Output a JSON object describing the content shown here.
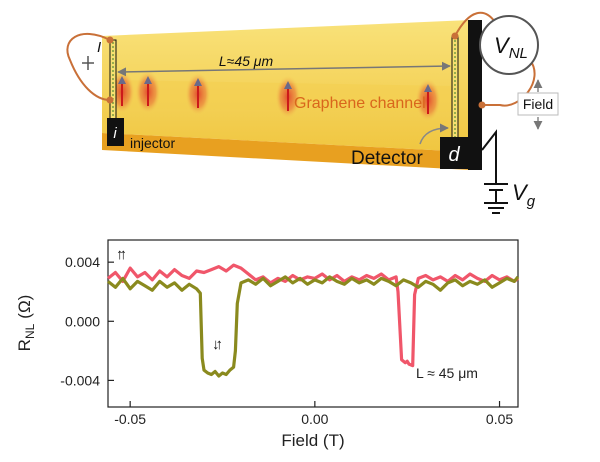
{
  "device": {
    "current_label": "I",
    "length_label": "L≈45 μm",
    "channel_label": "Graphene channel",
    "injector_letter": "i",
    "injector_label": "injector",
    "detector_letter": "d",
    "detector_label": "Detector",
    "voltmeter_main": "V",
    "voltmeter_sub": "NL",
    "field_label": "Field",
    "gate_main": "V",
    "gate_sub": "g",
    "colors": {
      "slab_top": "#f6d95a",
      "slab_front": "#e8a020",
      "electrode": "#111111",
      "wire": "#c97038",
      "spin_spot": "#e0452b",
      "arrow": "#cc1a1a",
      "label_orange": "#d9661c"
    },
    "spin_arrow_count": 5
  },
  "chart_data": {
    "type": "line",
    "title": "",
    "xlabel": "Field (T)",
    "ylabel_main": "R",
    "ylabel_sub": "NL",
    "ylabel_unit": "(Ω)",
    "xlim": [
      -0.056,
      0.055
    ],
    "ylim": [
      -0.0058,
      0.0055
    ],
    "xticks": [
      -0.05,
      0.0,
      0.05
    ],
    "xtick_labels": [
      "-0.05",
      "0.00",
      "0.05"
    ],
    "yticks": [
      0.004,
      0.0,
      -0.004
    ],
    "ytick_labels": [
      "0.004",
      "0.000",
      "-0.004"
    ],
    "annotation": "L ≈ 45 μm",
    "parallel_marker": "↑↑",
    "antiparallel_marker": "↓↑",
    "grid": false,
    "series": [
      {
        "color": "#f0566a",
        "x": [
          -0.056,
          -0.054,
          -0.052,
          -0.05,
          -0.048,
          -0.046,
          -0.044,
          -0.042,
          -0.04,
          -0.038,
          -0.036,
          -0.034,
          -0.032,
          -0.03,
          -0.028,
          -0.026,
          -0.024,
          -0.022,
          -0.02,
          -0.018,
          -0.016,
          -0.014,
          -0.012,
          -0.01,
          -0.008,
          -0.006,
          -0.004,
          -0.002,
          0.0,
          0.002,
          0.004,
          0.006,
          0.008,
          0.01,
          0.012,
          0.014,
          0.016,
          0.018,
          0.02,
          0.022,
          0.0225,
          0.0235,
          0.0245,
          0.025,
          0.0255,
          0.0265,
          0.027,
          0.028,
          0.03,
          0.032,
          0.034,
          0.036,
          0.038,
          0.04,
          0.042,
          0.044,
          0.046,
          0.048,
          0.05,
          0.052,
          0.054,
          0.055
        ],
        "y": [
          0.0029,
          0.0033,
          0.0027,
          0.0036,
          0.003,
          0.0033,
          0.0028,
          0.0034,
          0.003,
          0.0035,
          0.0031,
          0.0029,
          0.0034,
          0.0033,
          0.0035,
          0.0037,
          0.0034,
          0.0038,
          0.0036,
          0.0032,
          0.0028,
          0.003,
          0.0026,
          0.0029,
          0.0027,
          0.0031,
          0.0028,
          0.003,
          0.0029,
          0.0032,
          0.0028,
          0.0031,
          0.0027,
          0.003,
          0.0028,
          0.0031,
          0.0029,
          0.0032,
          0.0028,
          0.003,
          0.002,
          -0.0026,
          -0.0028,
          -0.0027,
          -0.0029,
          -0.003,
          0.0018,
          0.0029,
          0.0031,
          0.0028,
          0.003,
          0.0027,
          0.0031,
          0.0028,
          0.0032,
          0.0029,
          0.0027,
          0.0031,
          0.0028,
          0.003,
          0.0027,
          0.0029
        ]
      },
      {
        "color": "#8a8a1e",
        "x": [
          -0.056,
          -0.054,
          -0.052,
          -0.05,
          -0.048,
          -0.046,
          -0.044,
          -0.042,
          -0.04,
          -0.038,
          -0.036,
          -0.034,
          -0.032,
          -0.031,
          -0.0305,
          -0.03,
          -0.029,
          -0.028,
          -0.027,
          -0.026,
          -0.025,
          -0.024,
          -0.023,
          -0.022,
          -0.0215,
          -0.021,
          -0.02,
          -0.018,
          -0.016,
          -0.014,
          -0.012,
          -0.01,
          -0.008,
          -0.006,
          -0.004,
          -0.002,
          0.0,
          0.002,
          0.004,
          0.006,
          0.008,
          0.01,
          0.012,
          0.014,
          0.016,
          0.018,
          0.02,
          0.022,
          0.024,
          0.026,
          0.028,
          0.03,
          0.032,
          0.034,
          0.036,
          0.038,
          0.04,
          0.042,
          0.044,
          0.046,
          0.048,
          0.05,
          0.052,
          0.054,
          0.055
        ],
        "y": [
          0.0027,
          0.0023,
          0.0029,
          0.0022,
          0.0027,
          0.0024,
          0.0021,
          0.0027,
          0.0023,
          0.0026,
          0.0021,
          0.0025,
          0.0022,
          0.0019,
          -0.0025,
          -0.0033,
          -0.0035,
          -0.0036,
          -0.0034,
          -0.0037,
          -0.0035,
          -0.0036,
          -0.0033,
          -0.0031,
          -0.002,
          0.0012,
          0.0026,
          0.0028,
          0.0025,
          0.0029,
          0.0024,
          0.0027,
          0.003,
          0.0026,
          0.0029,
          0.0025,
          0.0028,
          0.0026,
          0.003,
          0.0027,
          0.0025,
          0.0029,
          0.0026,
          0.0028,
          0.0025,
          0.0029,
          0.0027,
          0.0024,
          0.0028,
          0.0026,
          0.0023,
          0.0027,
          0.0025,
          0.0021,
          0.0026,
          0.0028,
          0.0024,
          0.0027,
          0.0025,
          0.0028,
          0.0023,
          0.0026,
          0.0029,
          0.0027,
          0.003
        ]
      }
    ]
  }
}
